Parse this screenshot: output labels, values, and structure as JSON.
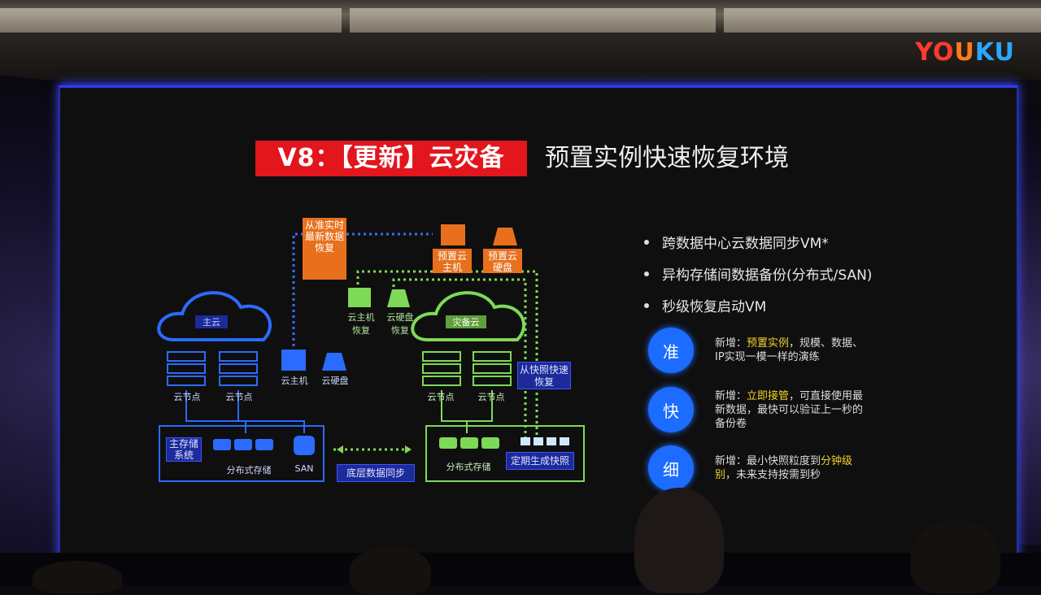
{
  "watermark": {
    "text": "YOUKU",
    "colors": [
      "#ff3b2f",
      "#ff7a1a",
      "#2aa7ff"
    ]
  },
  "slide": {
    "title_red": "V8：【更新】云灾备",
    "title": "预置实例快速恢复环境",
    "bullets": [
      "跨数据中心云数据同步VM*",
      "异构存储间数据备份(分布式/SAN)",
      "秒级恢复启动VM"
    ],
    "features": [
      {
        "icon": "准",
        "prefix": "新增：",
        "highlight": "预置实例",
        "rest": "，规模、数据、IP实现一模一样的演练"
      },
      {
        "icon": "快",
        "prefix": "新增：",
        "highlight": "立即接管",
        "rest": "，可直接使用最新数据，最快可以验证上一秒的备份卷"
      },
      {
        "icon": "细",
        "prefix": "新增：最小快照粒度到",
        "highlight": "分钟级别",
        "rest": "，未来支持按需到秒"
      }
    ],
    "diagram": {
      "realtime_recover": "从准实时最新数据恢复",
      "preset_vm": "预置云主机",
      "preset_disk": "预置云硬盘",
      "main_cloud": "主云",
      "dr_cloud": "灾备云",
      "vm_recover": "云主机恢复",
      "disk_recover": "云硬盘恢复",
      "vm": "云主机",
      "disk": "云硬盘",
      "node": "云节点",
      "snapshot_recover": "从快照快速恢复",
      "main_storage_system": "主存储系统",
      "distributed_storage": "分布式存储",
      "san": "SAN",
      "sync": "底层数据同步",
      "dr_distributed_storage": "分布式存储",
      "periodic_snapshot": "定期生成快照"
    }
  }
}
